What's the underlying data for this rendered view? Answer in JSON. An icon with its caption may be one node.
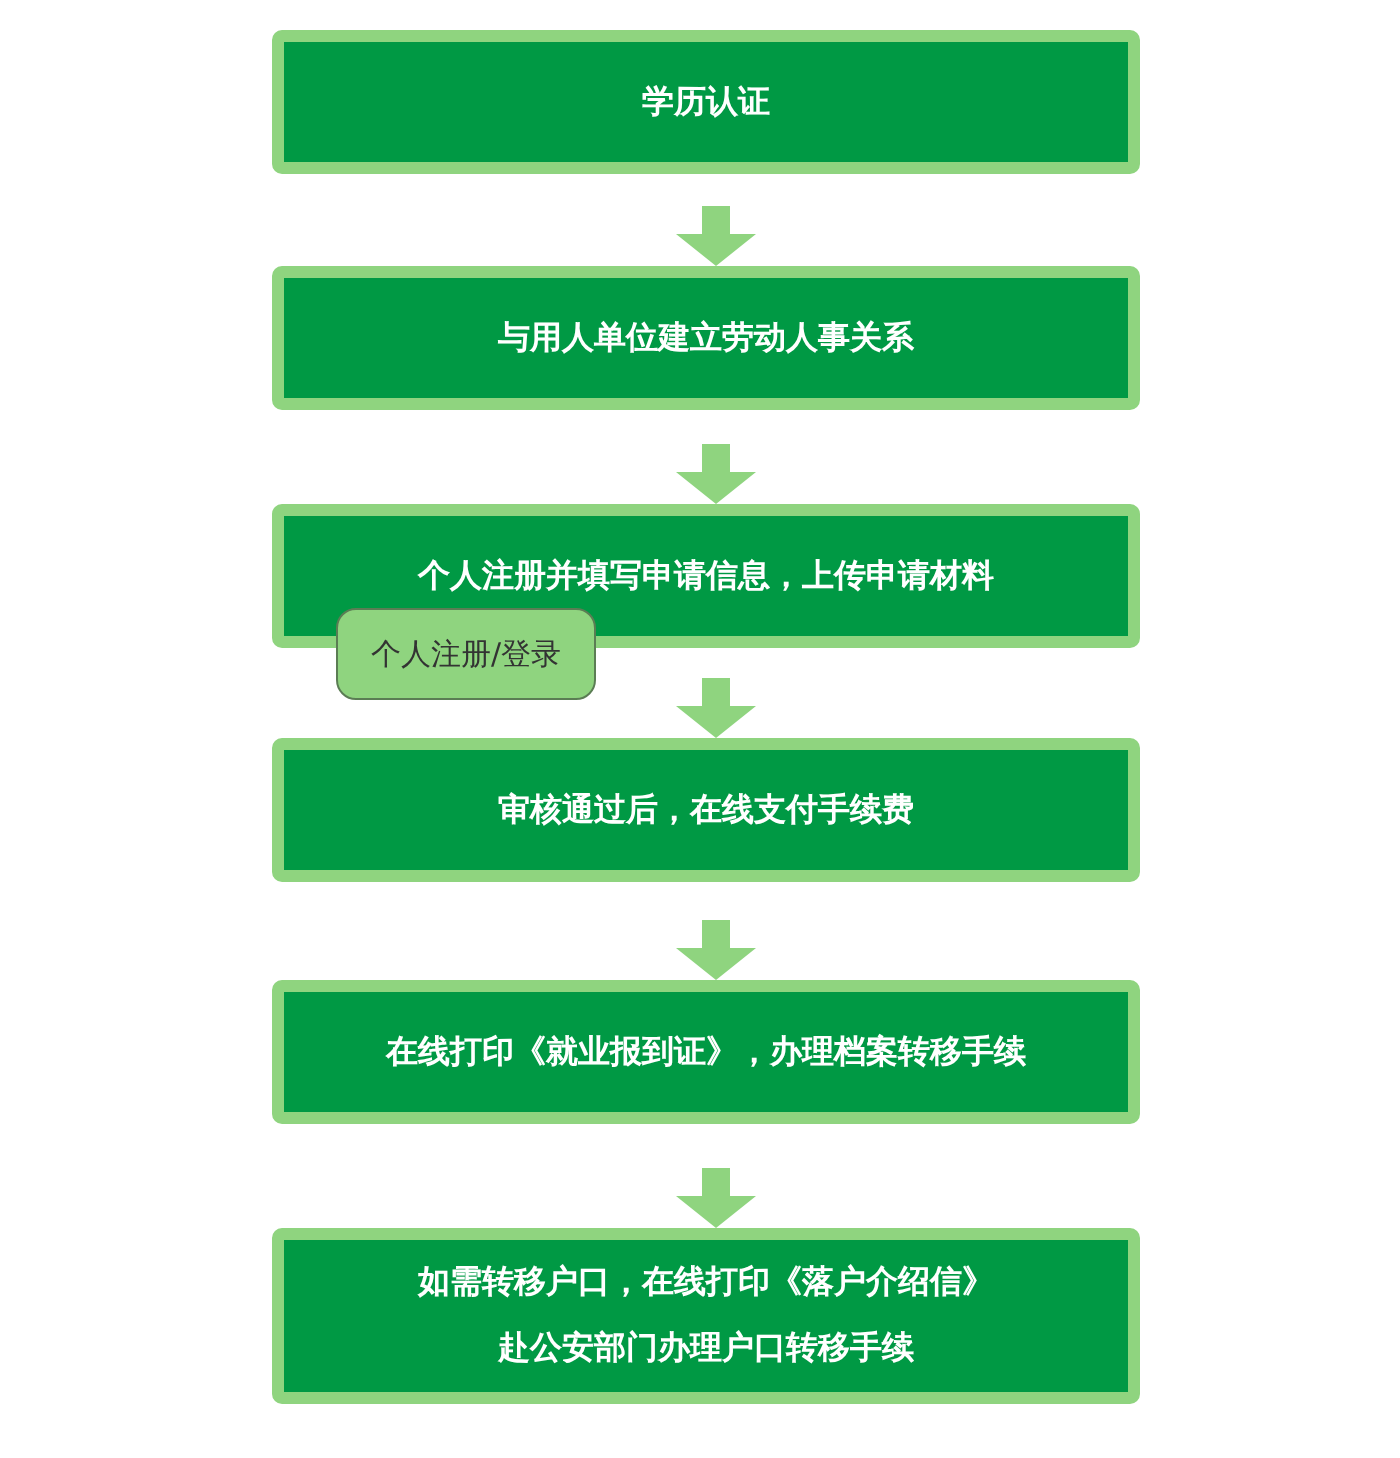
{
  "diagram": {
    "nodes": [
      {
        "text": [
          "学历认证"
        ]
      },
      {
        "text": [
          "与用人单位建立劳动人事关系"
        ]
      },
      {
        "text": [
          "个人注册并填写申请信息，上传申请材料"
        ]
      },
      {
        "text": [
          "个人注册/登录"
        ]
      },
      {
        "text": [
          "审核通过后，在线支付手续费"
        ]
      },
      {
        "text": [
          "在线打印《就业报到证》，办理档案转移手续"
        ]
      },
      {
        "text": [
          "如需转移户口，在线打印《落户介绍信》",
          "赴公安部门办理户口转移手续"
        ]
      }
    ],
    "edges": [
      {
        "from": 0,
        "to": 1,
        "arrow": "to"
      },
      {
        "from": 1,
        "to": 2,
        "arrow": "to"
      },
      {
        "from": 2,
        "to": 4,
        "arrow": "to"
      },
      {
        "from": 4,
        "to": 5,
        "arrow": "to"
      },
      {
        "from": 5,
        "to": 6,
        "arrow": "to"
      }
    ]
  }
}
